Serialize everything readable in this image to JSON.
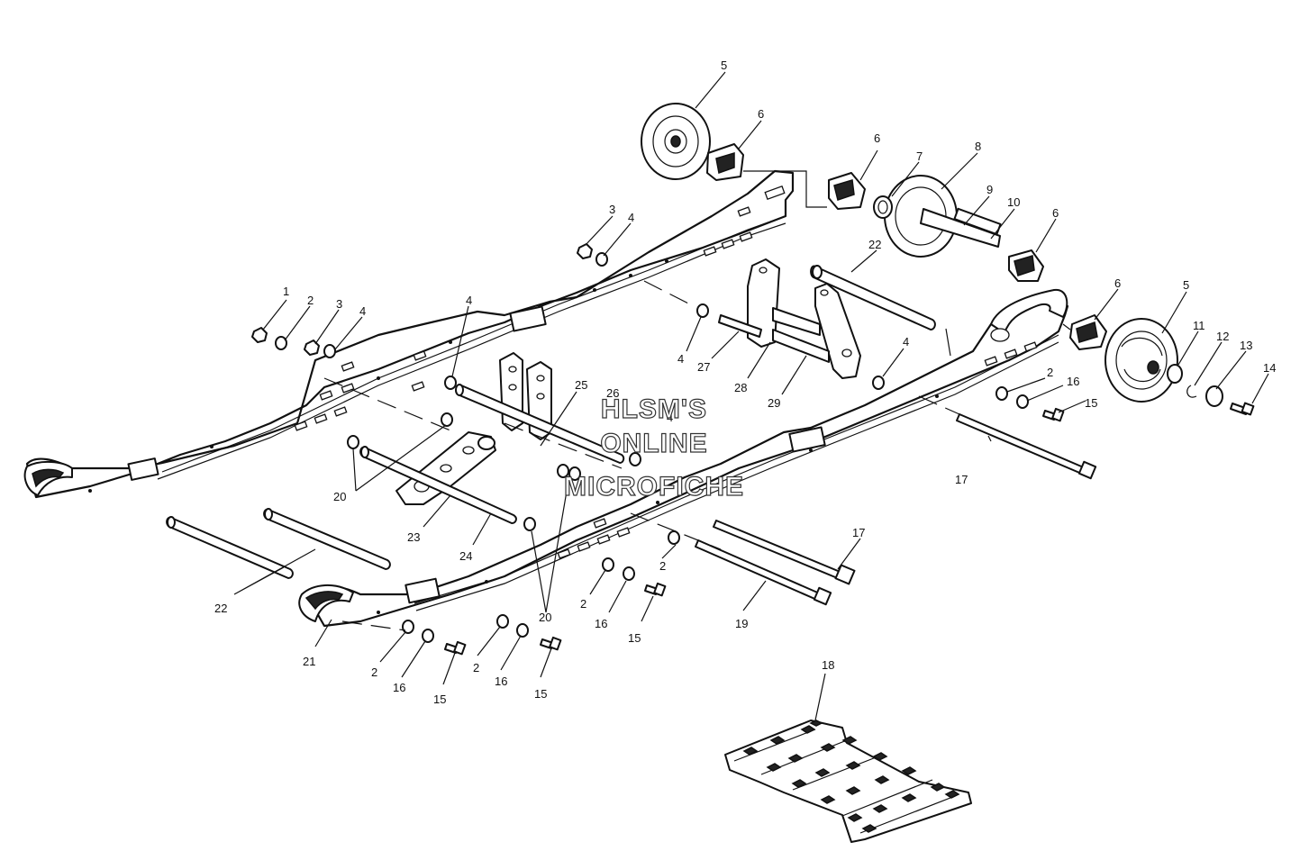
{
  "watermark": {
    "line1": "HLSM'S",
    "line2": "ONLINE",
    "line3": "MICROFICHE"
  },
  "callouts": [
    {
      "id": "c1",
      "text": "1"
    },
    {
      "id": "c2a",
      "text": "2"
    },
    {
      "id": "c3a",
      "text": "3"
    },
    {
      "id": "c4a",
      "text": "4"
    },
    {
      "id": "c3b",
      "text": "3"
    },
    {
      "id": "c4b",
      "text": "4"
    },
    {
      "id": "c4c",
      "text": "4"
    },
    {
      "id": "c5a",
      "text": "5"
    },
    {
      "id": "c6a",
      "text": "6"
    },
    {
      "id": "c6b",
      "text": "6"
    },
    {
      "id": "c7",
      "text": "7"
    },
    {
      "id": "c8",
      "text": "8"
    },
    {
      "id": "c9",
      "text": "9"
    },
    {
      "id": "c10",
      "text": "10"
    },
    {
      "id": "c6c",
      "text": "6"
    },
    {
      "id": "c22a",
      "text": "22"
    },
    {
      "id": "c6d",
      "text": "6"
    },
    {
      "id": "c5b",
      "text": "5"
    },
    {
      "id": "c11",
      "text": "11"
    },
    {
      "id": "c12",
      "text": "12"
    },
    {
      "id": "c13",
      "text": "13"
    },
    {
      "id": "c14",
      "text": "14"
    },
    {
      "id": "c4d",
      "text": "4"
    },
    {
      "id": "c27",
      "text": "27"
    },
    {
      "id": "c28",
      "text": "28"
    },
    {
      "id": "c29",
      "text": "29"
    },
    {
      "id": "c4e",
      "text": "4"
    },
    {
      "id": "c2b",
      "text": "2"
    },
    {
      "id": "c16a",
      "text": "16"
    },
    {
      "id": "c15a",
      "text": "15"
    },
    {
      "id": "c25",
      "text": "25"
    },
    {
      "id": "c26",
      "text": "26"
    },
    {
      "id": "c4f",
      "text": "4"
    },
    {
      "id": "c17a",
      "text": "17"
    },
    {
      "id": "c20a",
      "text": "20"
    },
    {
      "id": "c23",
      "text": "23"
    },
    {
      "id": "c24",
      "text": "24"
    },
    {
      "id": "c22b",
      "text": "22"
    },
    {
      "id": "c17b",
      "text": "17"
    },
    {
      "id": "c2c",
      "text": "2"
    },
    {
      "id": "c2d",
      "text": "2"
    },
    {
      "id": "c16b",
      "text": "16"
    },
    {
      "id": "c15b",
      "text": "15"
    },
    {
      "id": "c19",
      "text": "19"
    },
    {
      "id": "c20b",
      "text": "20"
    },
    {
      "id": "c21",
      "text": "21"
    },
    {
      "id": "c2e",
      "text": "2"
    },
    {
      "id": "c16c",
      "text": "16"
    },
    {
      "id": "c15c",
      "text": "15"
    },
    {
      "id": "c2f",
      "text": "2"
    },
    {
      "id": "c16d",
      "text": "16"
    },
    {
      "id": "c15d",
      "text": "15"
    },
    {
      "id": "c18",
      "text": "18"
    }
  ]
}
